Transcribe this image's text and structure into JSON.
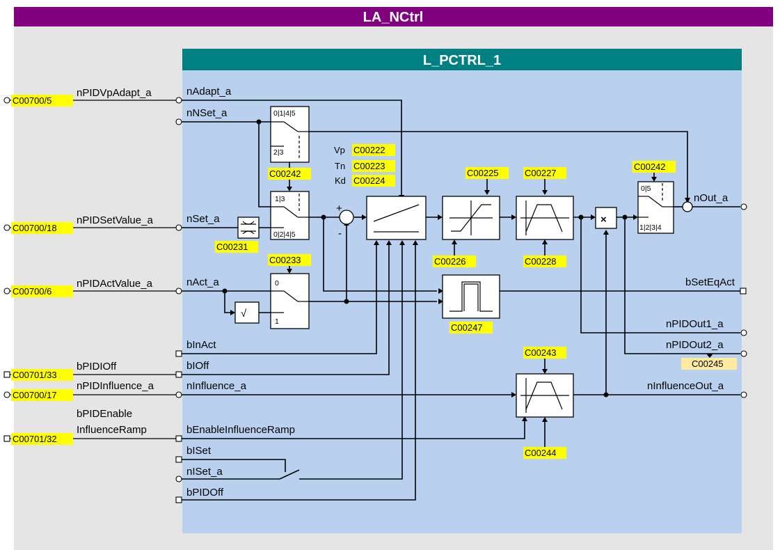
{
  "outer_title": "LA_NCtrl",
  "inner_title": "L_PCTRL_1",
  "colors": {
    "outer_header": "#800080",
    "inner_header": "#008080",
    "outer_bg": "#e5e5e5",
    "inner_bg": "#b9d1ee",
    "code_highlight": "#ffff00",
    "code_highlight_pale": "#ffeaa0"
  },
  "external_inputs": [
    {
      "code": "C00700/5",
      "name": "nPIDVpAdapt_a"
    },
    {
      "code": "C00700/18",
      "name": "nPIDSetValue_a"
    },
    {
      "code": "C00700/6",
      "name": "nPIDActValue_a"
    },
    {
      "code": "C00701/33",
      "name": "bPIDIOff"
    },
    {
      "code": "C00700/17",
      "name": "nPIDInfluence_a"
    },
    {
      "code": "C00701/32",
      "name_line1": "bPIDEnable",
      "name_line2": "InfluenceRamp"
    }
  ],
  "internal_inputs": [
    "nAdapt_a",
    "nNSet_a",
    "nSet_a",
    "nAct_a",
    "bInAct",
    "bIOff",
    "nInfluence_a",
    "bEnableInfluenceRamp",
    "bISet",
    "nISet_a",
    "bPIDOff"
  ],
  "outputs": [
    "nOut_a",
    "bSetEqAct",
    "nPIDOut1_a",
    "nPIDOut2_a",
    "nInfluenceOut_a"
  ],
  "params": {
    "vp_label": "Vp",
    "vp_code": "C00222",
    "tn_label": "Tn",
    "tn_code": "C00223",
    "kd_label": "Kd",
    "kd_code": "C00224"
  },
  "codes": {
    "c231": "C00231",
    "c233": "C00233",
    "c242a": "C00242",
    "c242b": "C00242",
    "c225": "C00225",
    "c226": "C00226",
    "c227": "C00227",
    "c228": "C00228",
    "c243": "C00243",
    "c244": "C00244",
    "c245": "C00245",
    "c247": "C00247"
  },
  "switches": {
    "sw1_top": "0|1|4|5",
    "sw1_bot": "2|3",
    "sw2_top": "1|3",
    "sw2_bot": "0|2|4|5",
    "sw3_top": "0",
    "sw3_bot": "1",
    "sw4_top": "0|5",
    "sw4_bot": "1|2|3|4"
  },
  "symbols": {
    "plus": "+",
    "minus": "-",
    "multiply": "×",
    "sqrt": "√"
  }
}
